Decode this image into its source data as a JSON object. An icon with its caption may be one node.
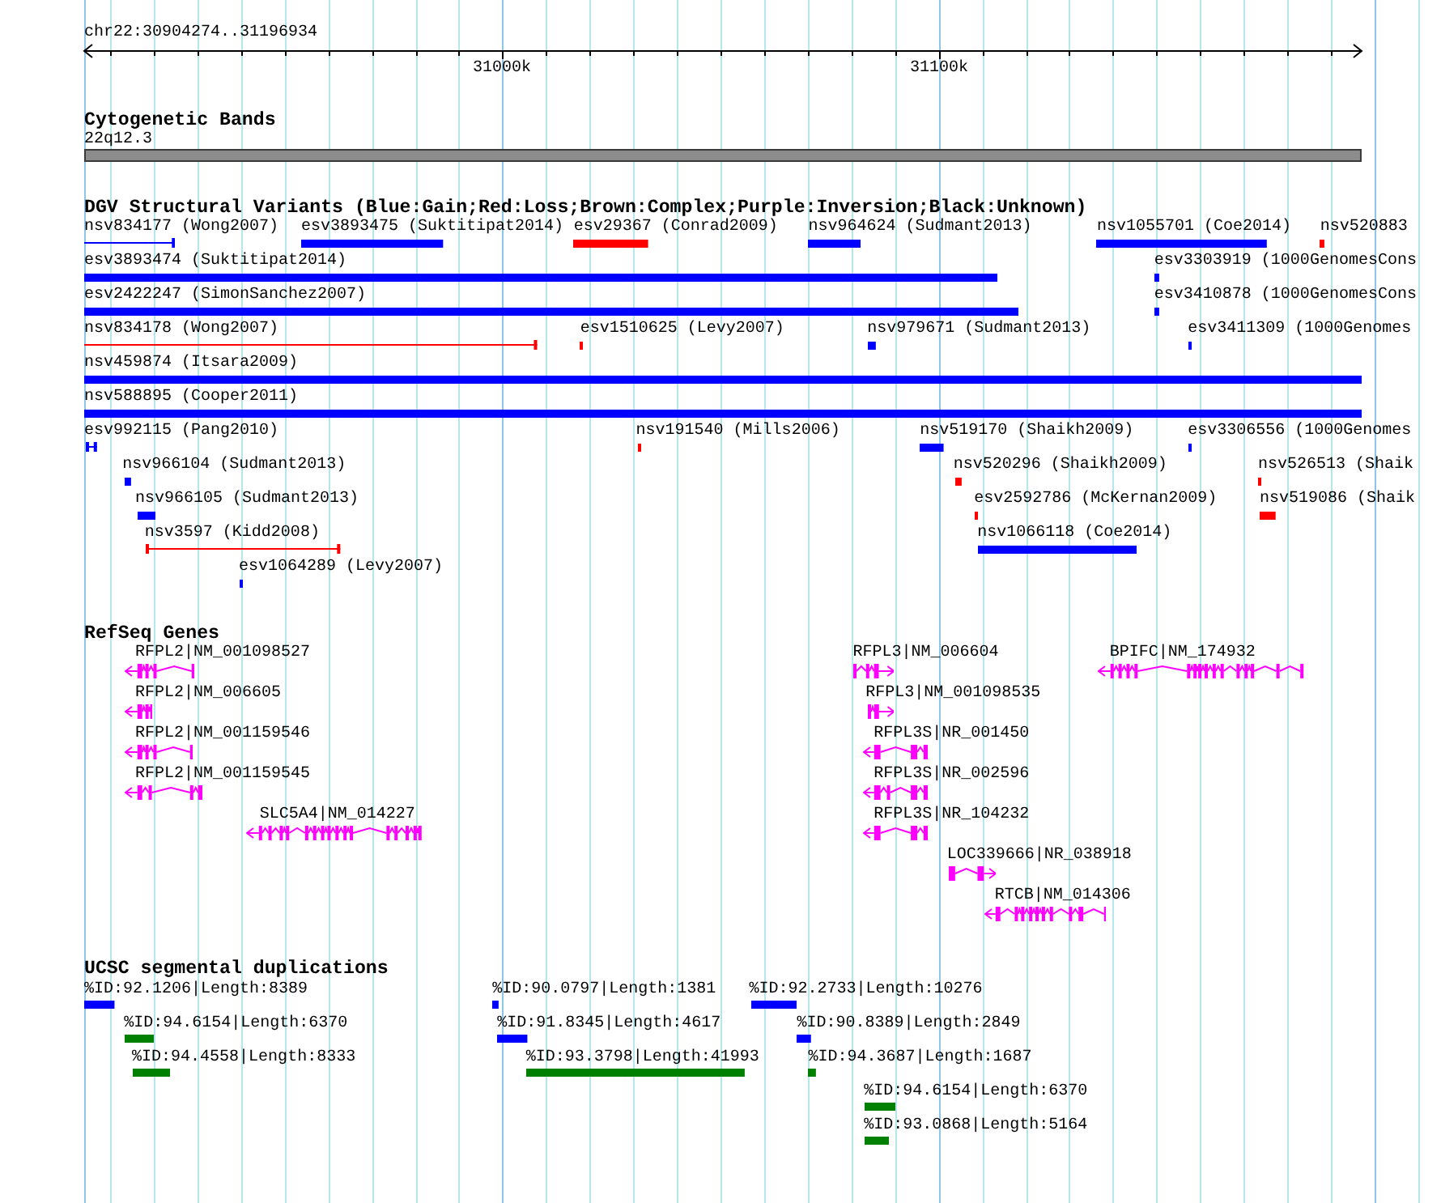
{
  "diagram": {
    "nodes": [
      {
        "text": [
          "22q12.3"
        ]
      },
      {
        "text": [
          "nsv834177 (Wong2007)"
        ]
      },
      {
        "text": [
          "esv3893475 (Suktitipat2014)"
        ]
      },
      {
        "text": [
          "esv29367 (Conrad2009)"
        ]
      },
      {
        "text": [
          "nsv964624 (Sudmant2013)"
        ]
      },
      {
        "text": [
          "nsv1055701 (Coe2014)"
        ]
      },
      {
        "text": [
          "nsv520883"
        ]
      },
      {
        "text": [
          "esv3893474 (Suktitipat2014)"
        ]
      },
      {
        "text": [
          "esv3303919 (1000GenomesCons"
        ]
      },
      {
        "text": [
          "esv2422247 (SimonSanchez2007)"
        ]
      },
      {
        "text": [
          "esv3410878 (1000GenomesCons"
        ]
      },
      {
        "text": [
          "nsv834178 (Wong2007)"
        ]
      },
      {
        "text": [
          "esv1510625 (Levy2007)"
        ]
      },
      {
        "text": [
          "nsv979671 (Sudmant2013)"
        ]
      },
      {
        "text": [
          "esv3411309 (1000Genomes"
        ]
      },
      {
        "text": [
          "nsv459874 (Itsara2009)"
        ]
      },
      {
        "text": [
          "nsv588895 (Cooper2011)"
        ]
      },
      {
        "text": [
          "esv992115 (Pang2010)"
        ]
      },
      {
        "text": [
          "nsv191540 (Mills2006)"
        ]
      },
      {
        "text": [
          "nsv519170 (Shaikh2009)"
        ]
      },
      {
        "text": [
          "esv3306556 (1000Genomes"
        ]
      },
      {
        "text": [
          "nsv966104 (Sudmant2013)"
        ]
      },
      {
        "text": [
          "nsv520296 (Shaikh2009)"
        ]
      },
      {
        "text": [
          "nsv526513 (Shaik"
        ]
      },
      {
        "text": [
          "nsv966105 (Sudmant2013)"
        ]
      },
      {
        "text": [
          "esv2592786 (McKernan2009)"
        ]
      },
      {
        "text": [
          "nsv519086 (Shaik"
        ]
      },
      {
        "text": [
          "nsv3597 (Kidd2008)"
        ]
      },
      {
        "text": [
          "nsv1066118 (Coe2014)"
        ]
      },
      {
        "text": [
          "esv1064289 (Levy2007)"
        ]
      },
      {
        "text": [
          "RFPL2|NM_001098527"
        ]
      },
      {
        "text": [
          "RFPL3|NM_006604"
        ]
      },
      {
        "text": [
          "BPIFC|NM_174932"
        ]
      },
      {
        "text": [
          "RFPL2|NM_006605"
        ]
      },
      {
        "text": [
          "RFPL3|NM_001098535"
        ]
      },
      {
        "text": [
          "RFPL2|NM_001159546"
        ]
      },
      {
        "text": [
          "RFPL3S|NR_001450"
        ]
      },
      {
        "text": [
          "RFPL2|NM_001159545"
        ]
      },
      {
        "text": [
          "RFPL3S|NR_002596"
        ]
      },
      {
        "text": [
          "SLC5A4|NM_014227"
        ]
      },
      {
        "text": [
          "RFPL3S|NR_104232"
        ]
      },
      {
        "text": [
          "LOC339666|NR_038918"
        ]
      },
      {
        "text": [
          "RTCB|NM_014306"
        ]
      },
      {
        "text": [
          "%ID:92.1206|Length:8389"
        ]
      },
      {
        "text": [
          "%ID:90.0797|Length:1381"
        ]
      },
      {
        "text": [
          "%ID:92.2733|Length:10276"
        ]
      },
      {
        "text": [
          "%ID:94.6154|Length:6370"
        ]
      },
      {
        "text": [
          "%ID:91.8345|Length:4617"
        ]
      },
      {
        "text": [
          "%ID:90.8389|Length:2849"
        ]
      },
      {
        "text": [
          "%ID:94.4558|Length:8333"
        ]
      },
      {
        "text": [
          "%ID:93.3798|Length:41993"
        ]
      },
      {
        "text": [
          "%ID:94.3687|Length:1687"
        ]
      },
      {
        "text": [
          "%ID:94.6154|Length:6370"
        ]
      },
      {
        "text": [
          "%ID:93.0868|Length:5164"
        ]
      }
    ],
    "labels": [
      "chr22:30904274..31196934",
      "31000k",
      "31100k",
      "Cytogenetic Bands",
      "DGV Structural Variants (Blue:Gain;Red:Loss;Brown:Complex;Purple:Inversion;Black:Unknown)",
      "RefSeq Genes",
      "UCSC segmental duplications"
    ]
  }
}
